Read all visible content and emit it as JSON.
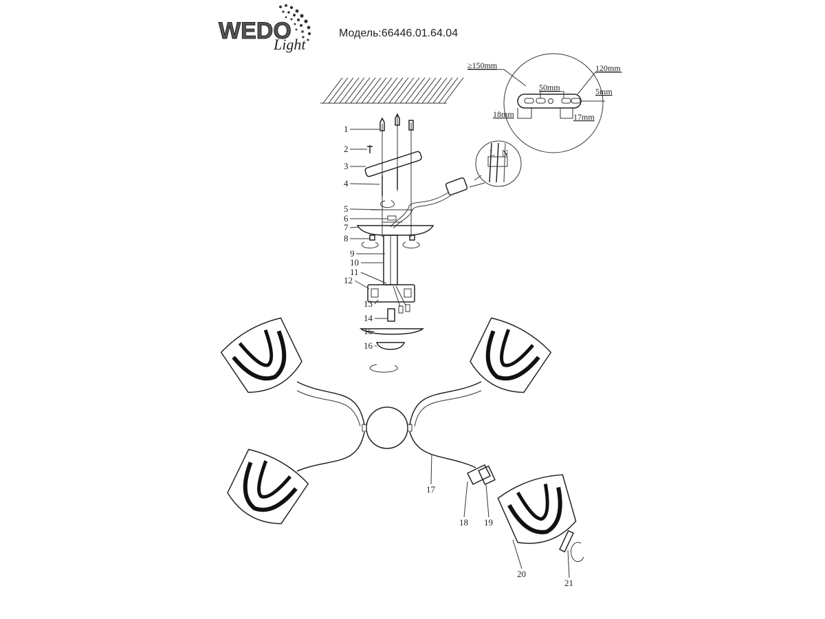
{
  "brand": {
    "logo_text": "WEDO",
    "logo_script": "Light"
  },
  "model_label": "Модель:66446.01.64.04",
  "dimensions": {
    "d150": "≥150mm",
    "d120": "120mm",
    "d50": "50mm",
    "d5": "5mm",
    "d18": "18mm",
    "d17": "17mm"
  },
  "wiring": {
    "l": "L",
    "n": "N"
  },
  "parts": [
    "1",
    "2",
    "3",
    "4",
    "5",
    "6",
    "7",
    "8",
    "9",
    "10",
    "11",
    "12",
    "13",
    "14",
    "15",
    "16",
    "17",
    "18",
    "19",
    "20",
    "21"
  ]
}
